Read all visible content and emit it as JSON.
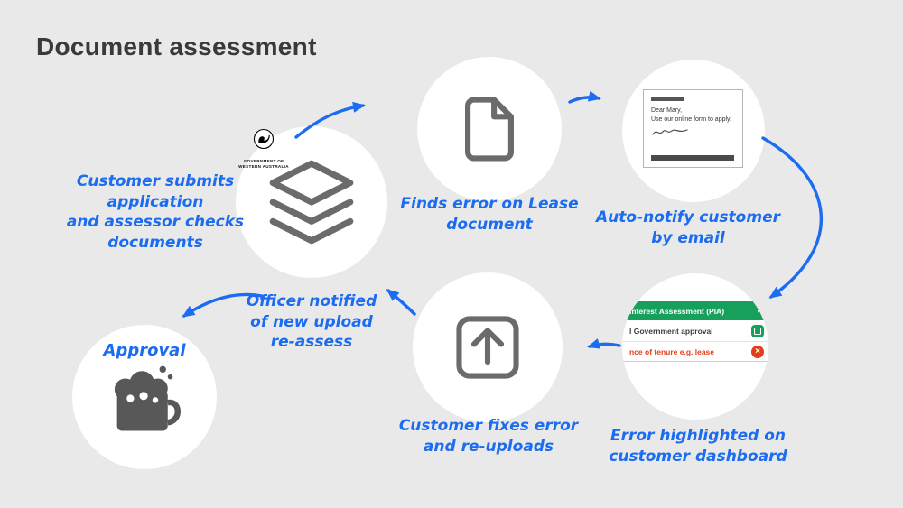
{
  "title": "Document assessment",
  "colors": {
    "accent_blue": "#1b6cf1",
    "icon_gray": "#6b6b6b",
    "background": "#e9e9e9",
    "success_green": "#17a05c",
    "error_red": "#e2401b"
  },
  "labels": {
    "submit": "Customer submits\napplication\nand assessor checks\ndocuments",
    "find_error": "Finds error on Lease\ndocument",
    "notify": "Auto-notify customer\nby email",
    "dashboard": "Error highlighted on\ncustomer dashboard",
    "fix": "Customer fixes error\nand re-uploads",
    "officer": "Officer notified\nof new upload\nre-assess",
    "approval": "Approval"
  },
  "crest": {
    "line1": "GOVERNMENT OF",
    "line2": "WESTERN AUSTRALIA"
  },
  "email": {
    "greeting": "Dear Mary,",
    "body": "Use our online form to apply."
  },
  "dashboard_rows": [
    {
      "text": "Interest Assessment (PIA)",
      "icon": "check-icon",
      "type": "header"
    },
    {
      "text": "l Government approval",
      "icon": "approved-badge-icon",
      "type": "normal"
    },
    {
      "text": "nce of tenure e.g. lease",
      "icon": "error-x-icon",
      "type": "error"
    }
  ],
  "glyphs": {
    "check": "✓",
    "cross": "×"
  },
  "icons": {
    "submit": "layers-icon",
    "find_error": "document-icon",
    "fix": "upload-icon",
    "approval": "beer-mug-icon",
    "logo": "wa-government-crest-icon"
  }
}
